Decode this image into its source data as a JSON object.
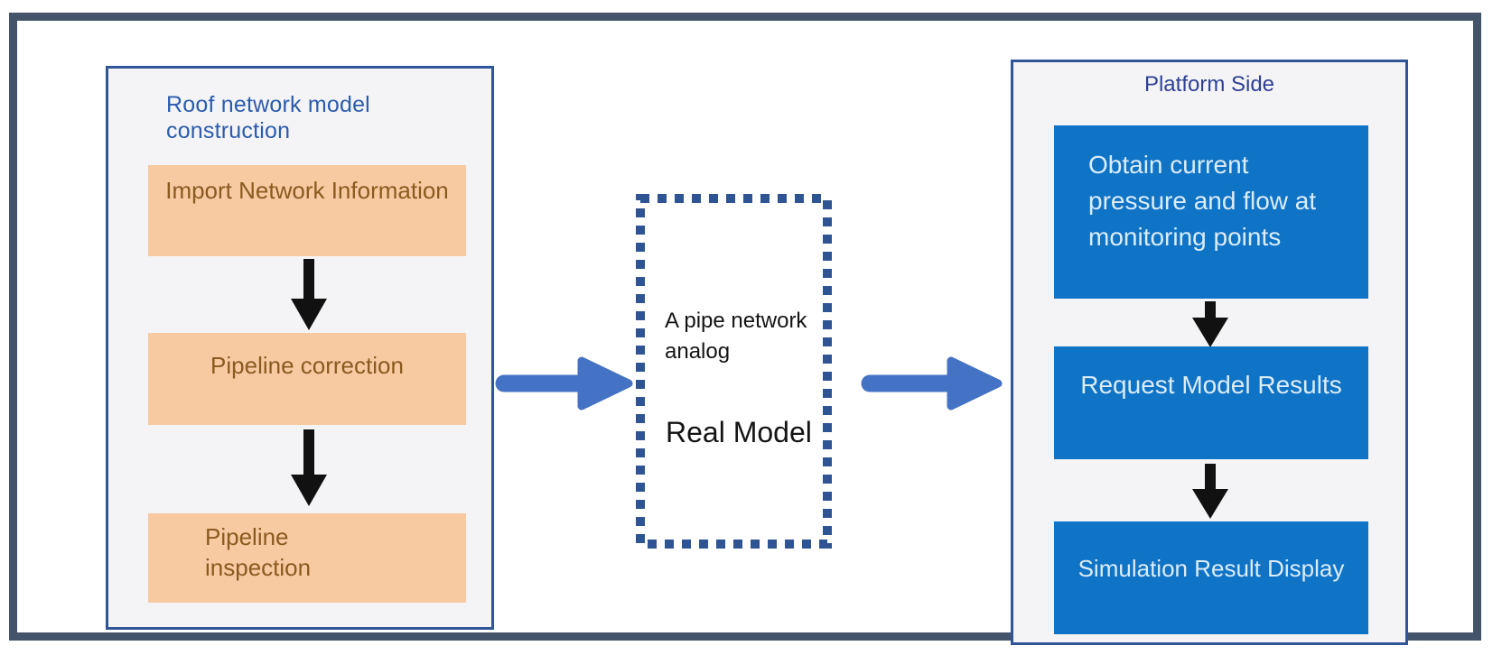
{
  "left_panel": {
    "title": "Roof network model construction",
    "boxes": [
      "Import Network Information",
      "Pipeline correction",
      "Pipeline\ninspection"
    ]
  },
  "middle": {
    "analog_label": "A pipe network analog",
    "model_label": "Real Model"
  },
  "right_panel": {
    "title": "Platform Side",
    "boxes": [
      "Obtain current pressure and flow at monitoring points",
      "Request Model Results",
      "Simulation Result Display"
    ]
  },
  "colors": {
    "outer_border": "#44546a",
    "panel_border": "#2f5597",
    "panel_background": "#f4f4f6",
    "orange_box_fill": "#f7caa2",
    "orange_box_text": "#8a5a1f",
    "blue_box_fill": "#0f73c6",
    "blue_box_text": "#dcecf9",
    "blue_arrow": "#4472c4",
    "black_arrow": "#111111",
    "dotted_border": "#2e5494",
    "left_title_text": "#2b5cad",
    "right_title_text": "#2e3f97"
  }
}
